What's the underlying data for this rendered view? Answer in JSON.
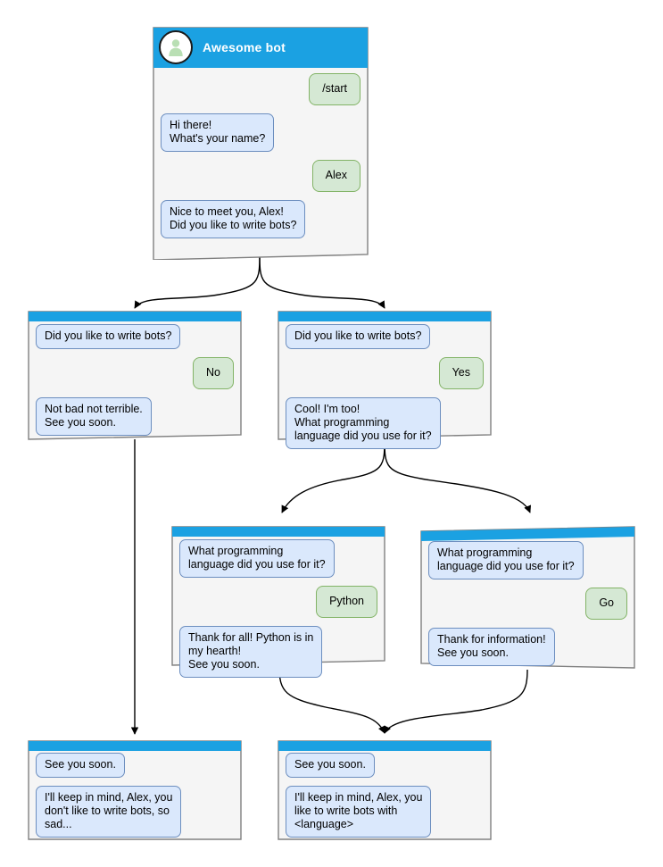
{
  "diagram": {
    "title": "Awesome bot chat flow",
    "colors": {
      "header_blue": "#1ba1e2",
      "card_fill": "#f5f5f5",
      "card_stroke": "#808080",
      "bot_bubble_fill": "#dae8fc",
      "bot_bubble_stroke": "#6c8ebf",
      "user_bubble_fill": "#d5e8d4",
      "user_bubble_stroke": "#82b366",
      "edge_stroke": "#000000",
      "avatar_person": "#b9dfb4"
    },
    "cards": [
      {
        "id": "card-start",
        "title": "Awesome bot",
        "has_title": true,
        "avatar_icon": "person-avatar-icon",
        "messages": [
          {
            "side": "user",
            "text": "/start"
          },
          {
            "side": "bot",
            "text": "Hi there!\nWhat's your name?"
          },
          {
            "side": "user",
            "text": "Alex"
          },
          {
            "side": "bot",
            "text": "Nice to meet you, Alex!\nDid you like to write bots?"
          }
        ]
      },
      {
        "id": "card-no",
        "title": "",
        "has_title": false,
        "messages": [
          {
            "side": "bot",
            "text": "Did you like to write bots?"
          },
          {
            "side": "user",
            "text": "No"
          },
          {
            "side": "bot",
            "text": "Not bad not terrible.\nSee you soon."
          }
        ]
      },
      {
        "id": "card-yes",
        "title": "",
        "has_title": false,
        "messages": [
          {
            "side": "bot",
            "text": "Did you like to write bots?"
          },
          {
            "side": "user",
            "text": "Yes"
          },
          {
            "side": "bot",
            "text": "Cool! I'm too!\nWhat programming\nlanguage did you use for it?"
          }
        ]
      },
      {
        "id": "card-python",
        "title": "",
        "has_title": false,
        "messages": [
          {
            "side": "bot",
            "text": "What programming\nlanguage did you use for it?"
          },
          {
            "side": "user",
            "text": "Python"
          },
          {
            "side": "bot",
            "text": "Thank for all! Python is in\nmy hearth!\nSee you soon."
          }
        ]
      },
      {
        "id": "card-go",
        "title": "",
        "has_title": false,
        "messages": [
          {
            "side": "bot",
            "text": "What programming\nlanguage did you use for it?"
          },
          {
            "side": "user",
            "text": "Go"
          },
          {
            "side": "bot",
            "text": "Thank for information!\nSee you soon."
          }
        ]
      },
      {
        "id": "card-end-sad",
        "title": "",
        "has_title": false,
        "messages": [
          {
            "side": "bot",
            "text": "See you soon."
          },
          {
            "side": "bot",
            "text": "I'll keep in mind, Alex, you\ndon't like to write bots, so\nsad..."
          }
        ]
      },
      {
        "id": "card-end-happy",
        "title": "",
        "has_title": false,
        "messages": [
          {
            "side": "bot",
            "text": "See you soon."
          },
          {
            "side": "bot",
            "text": "I'll keep in mind, Alex, you\nlike to write bots with\n<language>"
          }
        ]
      }
    ]
  }
}
